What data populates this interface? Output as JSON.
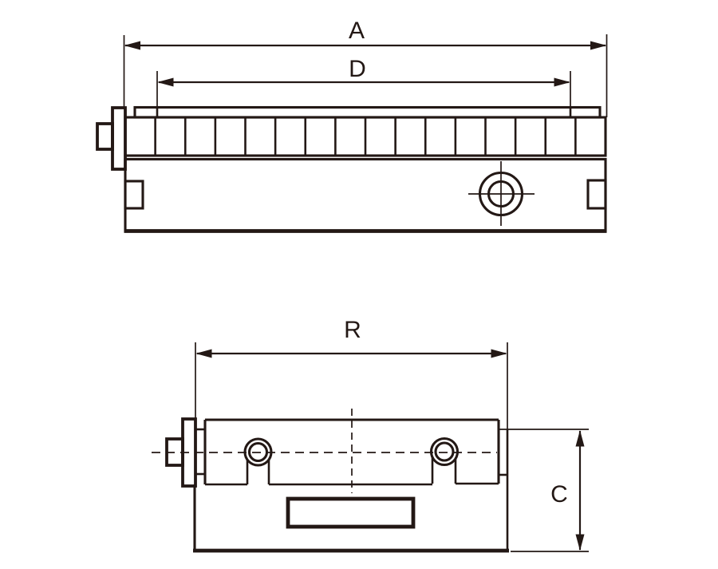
{
  "diagram": {
    "background_color": "#ffffff",
    "line_color": "#231815",
    "dims": {
      "a": "A",
      "d": "D",
      "r": "R",
      "c": "C"
    },
    "front_view": {
      "rib_cells": 16,
      "dimension_labels": [
        "A",
        "D"
      ],
      "features": [
        "serrated-clamping-band",
        "top-plate",
        "end-flange",
        "side-knob",
        "clamp-lugs",
        "counterbore-hole"
      ]
    },
    "side_view": {
      "dimension_labels": [
        "R",
        "C"
      ],
      "features": [
        "upper-plate",
        "bolt-holes",
        "mounting-slots",
        "handle-recess",
        "center-lines",
        "end-flange",
        "side-knob"
      ]
    }
  }
}
